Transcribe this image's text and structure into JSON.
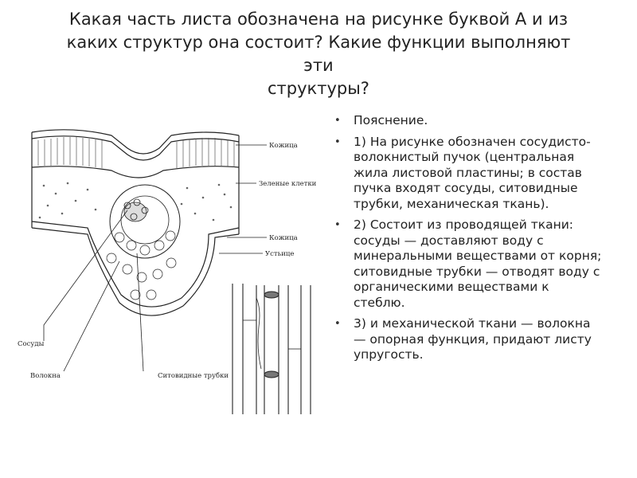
{
  "slide": {
    "title_lines": [
      "Какая часть листа обозначена на рисунке буквой А и из",
      "каких структур она состоит? Какие функции выполняют",
      "эти",
      "структуры?"
    ]
  },
  "figure": {
    "labels": {
      "kozhitsa_top": "Кожица",
      "zelenye_kletki": "Зеленые клетки",
      "kozhitsa_bottom": "Кожица",
      "ustitse": "Устьице",
      "sosudy": "Сосуды",
      "volokna": "Волокна",
      "sitovidnye": "Ситовидные трубки"
    }
  },
  "explanation": {
    "bullet_symbol": "•",
    "items": [
      "Пояснение.",
      "1) На рисунке обозначен сосудисто-волокнистый пучок (центральная жила листовой пластины; в состав пучка входят сосуды, ситовидные трубки, механическая ткань).",
      "2) Состоит из проводящей ткани: сосуды — доставляют воду с минеральными веществами от корня; ситовидные трубки — отводят воду с органическими веществами к стеблю.",
      "3) и механической ткани — волокна — опорная функция, придают листу упругость."
    ]
  }
}
